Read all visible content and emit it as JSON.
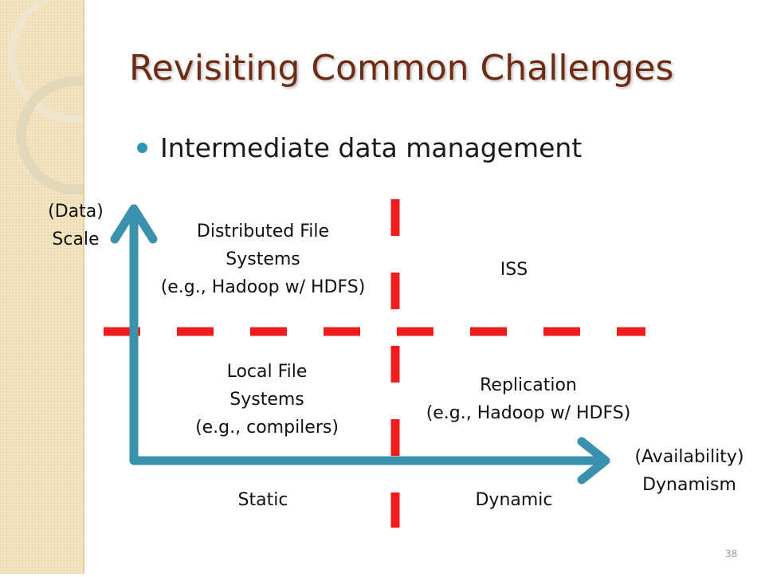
{
  "title": "Revisiting Common Challenges",
  "bullet": "Intermediate data management",
  "axis_y_label": "(Data)\nScale",
  "axis_x_label": "(Availability)\nDynamism",
  "quadrants": {
    "top_left": "Distributed File\nSystems\n(e.g., Hadoop w/ HDFS)",
    "top_right": "ISS",
    "bottom_left": "Local File\nSystems\n(e.g., compilers)",
    "bottom_right": "Replication\n(e.g., Hadoop w/ HDFS)"
  },
  "x_categories": {
    "left": "Static",
    "right": "Dynamic"
  },
  "page_number": "38",
  "colors": {
    "title": "#6e2a12",
    "axes": "#3a91ad",
    "divider": "#ee1c1c",
    "bullet": "#2f93b8"
  }
}
